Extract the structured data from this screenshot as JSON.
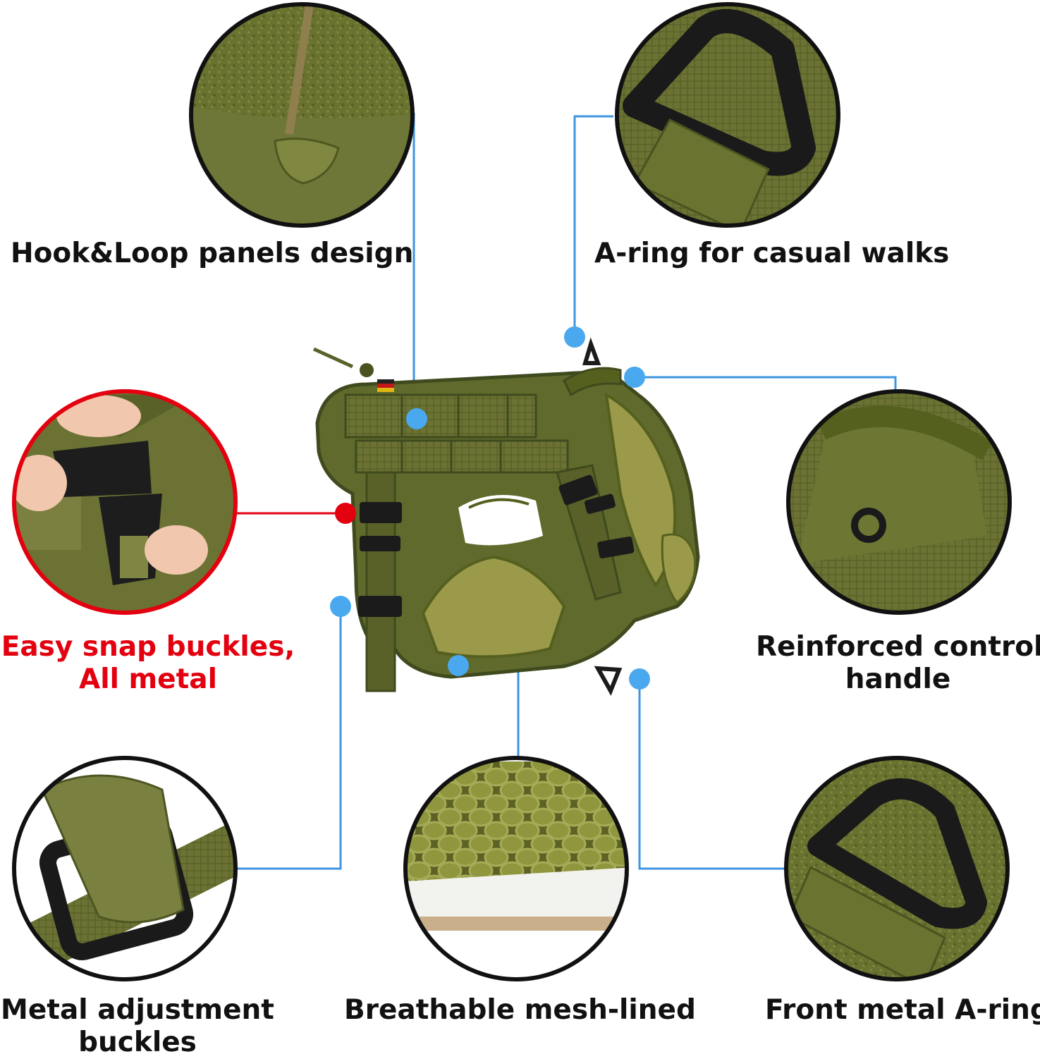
{
  "features": {
    "hook_loop": {
      "label": "Hook&Loop panels design"
    },
    "a_ring": {
      "label": "A-ring for casual walks"
    },
    "snap_buckles": {
      "line1": "Easy snap buckles,",
      "line2": "All metal"
    },
    "control_handle": {
      "line1": "Reinforced control",
      "line2": "handle"
    },
    "adjustment_buckles": {
      "line1": "Metal adjustment",
      "line2": "buckles"
    },
    "mesh": {
      "label": "Breathable mesh-lined"
    },
    "front_ring": {
      "label": "Front metal A-ring"
    }
  },
  "colors": {
    "accent_line": "#3e95e0",
    "highlight_red": "#e3000f",
    "olive": "#5e6b2e",
    "olive_dark": "#3f4a1e",
    "olive_light": "#8a8f42"
  }
}
